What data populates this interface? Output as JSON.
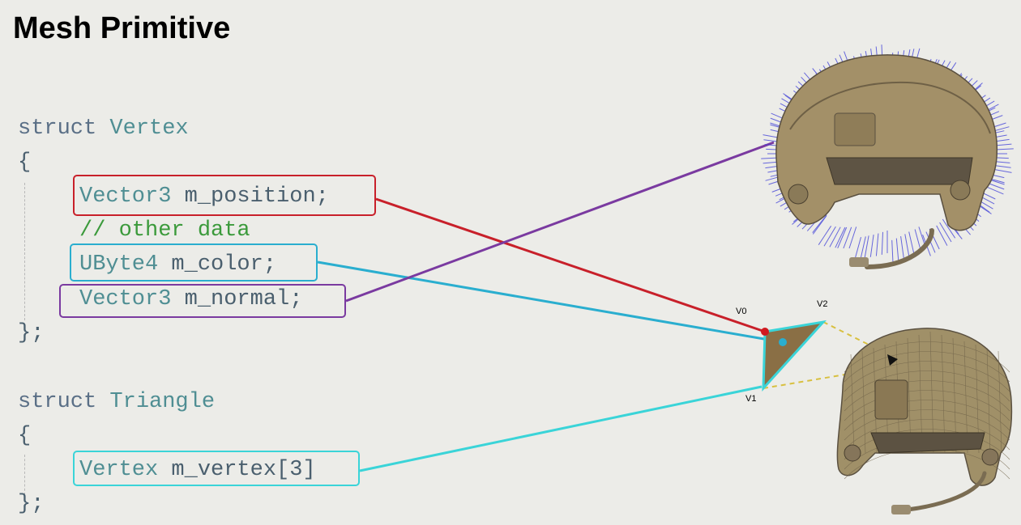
{
  "title": "Mesh Primitive",
  "vertex_struct": {
    "keyword": "struct",
    "name": "Vertex",
    "open_brace": "{",
    "close_brace": "};",
    "fields": {
      "position": {
        "type": "Vector3",
        "name": "m_position;"
      },
      "comment": "// other data",
      "color": {
        "type": "UByte4",
        "name": "m_color;"
      },
      "normal": {
        "type": "Vector3",
        "name": "m_normal;"
      }
    }
  },
  "triangle_struct": {
    "keyword": "struct",
    "name": "Triangle",
    "open_brace": "{",
    "close_brace": "};",
    "field": {
      "type": "Vertex",
      "name": "m_vertex[3]"
    }
  },
  "triangle_labels": {
    "v0": "V0",
    "v1": "V1",
    "v2": "V2"
  },
  "colors": {
    "position": "#c8202a",
    "color": "#2aaecf",
    "normal": "#7a3aa0",
    "triangle_field": "#3ad4d8",
    "triangle_fill": "#8a6f45",
    "helmet": "#a08a62",
    "normals": "#3a3acc",
    "dashed": "#d8c040"
  },
  "icons": [
    "helmet-with-normals-icon",
    "helmet-wireframe-icon"
  ]
}
